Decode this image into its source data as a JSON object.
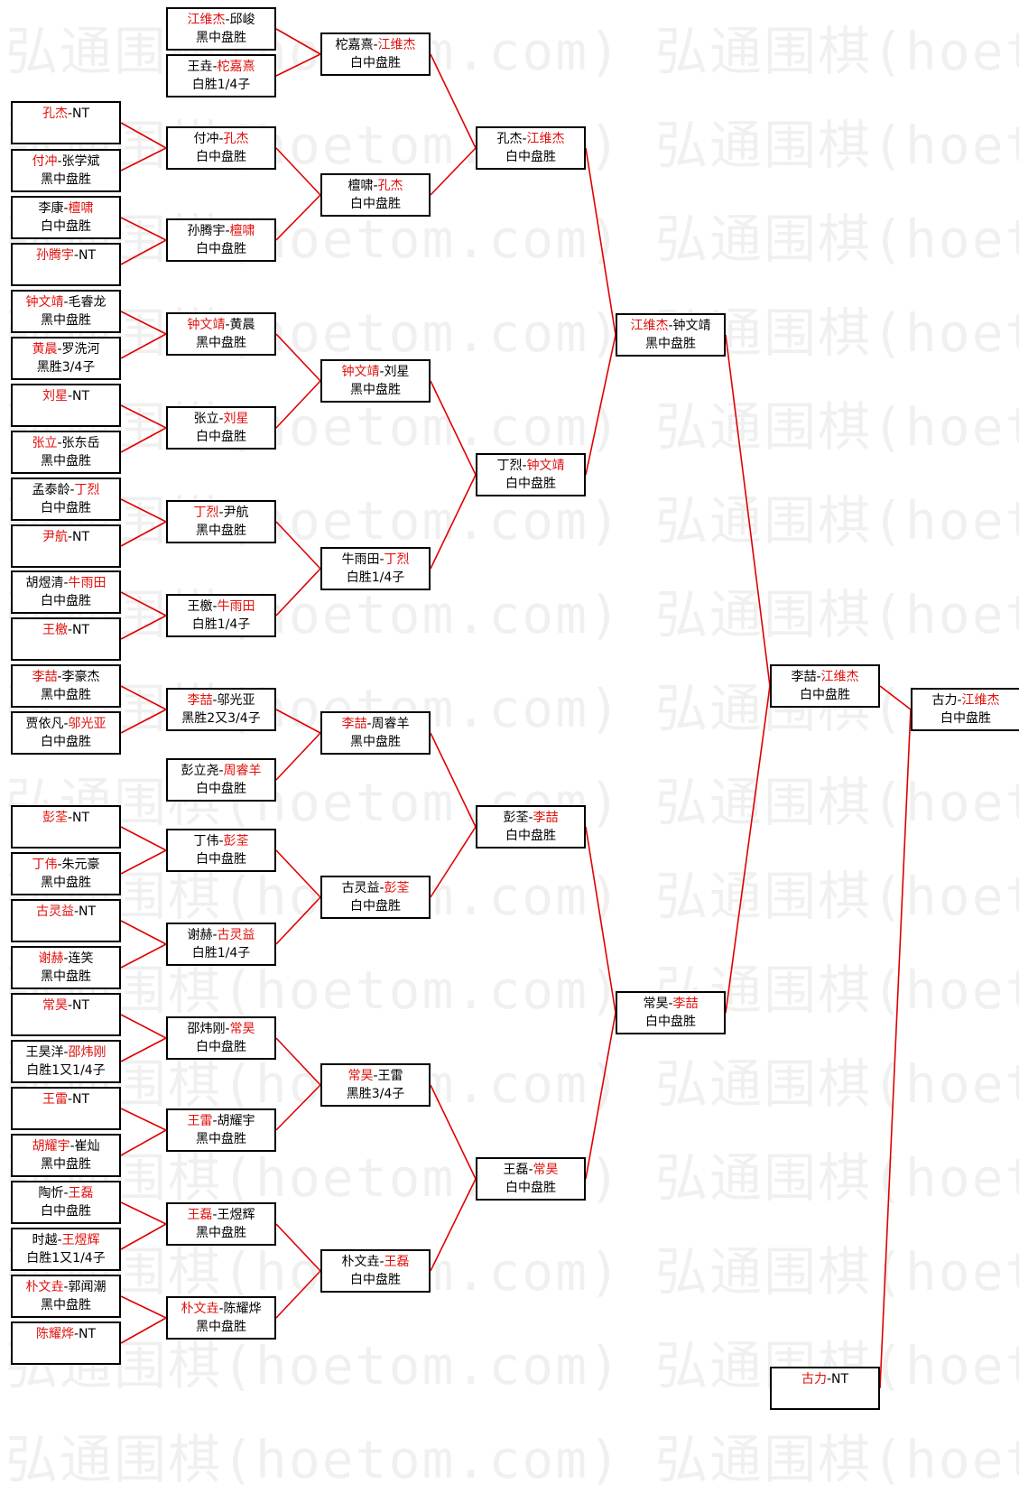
{
  "watermark_text": "弘通围棋(hoetom.com) 弘通围棋(hoetom",
  "colors": {
    "winner": "#e0100c",
    "line": "#e00000",
    "text": "#000000"
  },
  "rounds": [
    [
      {
        "a": "孔杰",
        "b": "NT",
        "winner": "a",
        "result": ""
      },
      {
        "a": "付冲",
        "b": "张学斌",
        "winner": "a",
        "result": "黑中盘胜"
      },
      {
        "a": "李康",
        "b": "檀啸",
        "winner": "b",
        "result": "白中盘胜"
      },
      {
        "a": "孙腾宇",
        "b": "NT",
        "winner": "a",
        "result": ""
      },
      {
        "a": "钟文靖",
        "b": "毛睿龙",
        "winner": "a",
        "result": "黑中盘胜"
      },
      {
        "a": "黄晨",
        "b": "罗洗河",
        "winner": "a",
        "result": "黑胜3/4子"
      },
      {
        "a": "刘星",
        "b": "NT",
        "winner": "a",
        "result": ""
      },
      {
        "a": "张立",
        "b": "张东岳",
        "winner": "a",
        "result": "黑中盘胜"
      },
      {
        "a": "孟泰龄",
        "b": "丁烈",
        "winner": "b",
        "result": "白中盘胜"
      },
      {
        "a": "尹航",
        "b": "NT",
        "winner": "a",
        "result": ""
      },
      {
        "a": "胡煜清",
        "b": "牛雨田",
        "winner": "b",
        "result": "白中盘胜"
      },
      {
        "a": "王檄",
        "b": "NT",
        "winner": "a",
        "result": ""
      },
      {
        "a": "李喆",
        "b": "李豪杰",
        "winner": "a",
        "result": "黑中盘胜"
      },
      {
        "a": "贾依凡",
        "b": "邬光亚",
        "winner": "b",
        "result": "白中盘胜"
      },
      {
        "a": "彭荃",
        "b": "NT",
        "winner": "a",
        "result": ""
      },
      {
        "a": "丁伟",
        "b": "朱元豪",
        "winner": "a",
        "result": "黑中盘胜"
      },
      {
        "a": "古灵益",
        "b": "NT",
        "winner": "a",
        "result": ""
      },
      {
        "a": "谢赫",
        "b": "连笑",
        "winner": "a",
        "result": "黑中盘胜"
      },
      {
        "a": "常昊",
        "b": "NT",
        "winner": "a",
        "result": ""
      },
      {
        "a": "王昊洋",
        "b": "邵炜刚",
        "winner": "b",
        "result": "白胜1又1/4子"
      },
      {
        "a": "王雷",
        "b": "NT",
        "winner": "a",
        "result": ""
      },
      {
        "a": "胡耀宇",
        "b": "崔灿",
        "winner": "a",
        "result": "黑中盘胜"
      },
      {
        "a": "陶忻",
        "b": "王磊",
        "winner": "b",
        "result": "白中盘胜"
      },
      {
        "a": "时越",
        "b": "王煜辉",
        "winner": "b",
        "result": "白胜1又1/4子"
      },
      {
        "a": "朴文垚",
        "b": "郭闻潮",
        "winner": "a",
        "result": "黑中盘胜"
      },
      {
        "a": "陈耀烨",
        "b": "NT",
        "winner": "a",
        "result": ""
      }
    ],
    [
      {
        "a": "江维杰",
        "b": "邱峻",
        "winner": "a",
        "result": "黑中盘胜"
      },
      {
        "a": "王垚",
        "b": "柁嘉熹",
        "winner": "b",
        "result": "白胜1/4子"
      },
      {
        "a": "付冲",
        "b": "孔杰",
        "winner": "b",
        "result": "白中盘胜"
      },
      {
        "a": "孙腾宇",
        "b": "檀啸",
        "winner": "b",
        "result": "白中盘胜"
      },
      {
        "a": "钟文靖",
        "b": "黄晨",
        "winner": "a",
        "result": "黑中盘胜"
      },
      {
        "a": "张立",
        "b": "刘星",
        "winner": "b",
        "result": "白中盘胜"
      },
      {
        "a": "丁烈",
        "b": "尹航",
        "winner": "a",
        "result": "黑中盘胜"
      },
      {
        "a": "王檄",
        "b": "牛雨田",
        "winner": "b",
        "result": "白胜1/4子"
      },
      {
        "a": "李喆",
        "b": "邬光亚",
        "winner": "a",
        "result": "黑胜2又3/4子"
      },
      {
        "a": "彭立尧",
        "b": "周睿羊",
        "winner": "b",
        "result": "白中盘胜"
      },
      {
        "a": "丁伟",
        "b": "彭荃",
        "winner": "b",
        "result": "白中盘胜"
      },
      {
        "a": "谢赫",
        "b": "古灵益",
        "winner": "b",
        "result": "白胜1/4子"
      },
      {
        "a": "邵炜刚",
        "b": "常昊",
        "winner": "b",
        "result": "白中盘胜"
      },
      {
        "a": "王雷",
        "b": "胡耀宇",
        "winner": "a",
        "result": "黑中盘胜"
      },
      {
        "a": "王磊",
        "b": "王煜辉",
        "winner": "a",
        "result": "黑中盘胜"
      },
      {
        "a": "朴文垚",
        "b": "陈耀烨",
        "winner": "a",
        "result": "黑中盘胜"
      }
    ],
    [
      {
        "a": "柁嘉熹",
        "b": "江维杰",
        "winner": "b",
        "result": "白中盘胜"
      },
      {
        "a": "檀啸",
        "b": "孔杰",
        "winner": "b",
        "result": "白中盘胜"
      },
      {
        "a": "钟文靖",
        "b": "刘星",
        "winner": "a",
        "result": "黑中盘胜"
      },
      {
        "a": "牛雨田",
        "b": "丁烈",
        "winner": "b",
        "result": "白胜1/4子"
      },
      {
        "a": "李喆",
        "b": "周睿羊",
        "winner": "a",
        "result": "黑中盘胜"
      },
      {
        "a": "古灵益",
        "b": "彭荃",
        "winner": "b",
        "result": "白中盘胜"
      },
      {
        "a": "常昊",
        "b": "王雷",
        "winner": "a",
        "result": "黑胜3/4子"
      },
      {
        "a": "朴文垚",
        "b": "王磊",
        "winner": "b",
        "result": "白中盘胜"
      }
    ],
    [
      {
        "a": "孔杰",
        "b": "江维杰",
        "winner": "b",
        "result": "白中盘胜"
      },
      {
        "a": "丁烈",
        "b": "钟文靖",
        "winner": "b",
        "result": "白中盘胜"
      },
      {
        "a": "彭荃",
        "b": "李喆",
        "winner": "b",
        "result": "白中盘胜"
      },
      {
        "a": "王磊",
        "b": "常昊",
        "winner": "b",
        "result": "白中盘胜"
      }
    ],
    [
      {
        "a": "江维杰",
        "b": "钟文靖",
        "winner": "a",
        "result": "黑中盘胜"
      },
      {
        "a": "常昊",
        "b": "李喆",
        "winner": "b",
        "result": "白中盘胜"
      }
    ],
    [
      {
        "a": "李喆",
        "b": "江维杰",
        "winner": "b",
        "result": "白中盘胜"
      },
      {
        "a": "古力",
        "b": "NT",
        "winner": "a",
        "result": ""
      }
    ],
    [
      {
        "a": "古力",
        "b": "江维杰",
        "winner": "b",
        "result": "白中盘胜"
      }
    ]
  ]
}
